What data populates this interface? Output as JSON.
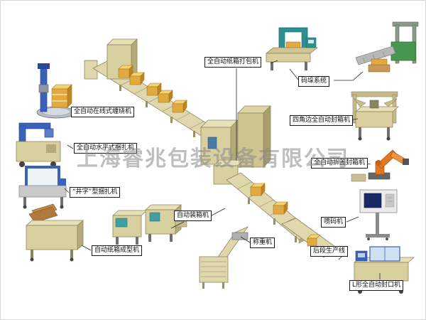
{
  "watermark": "上海睿兆包装设备有限公司",
  "diagram": {
    "labels": [
      {
        "id": "inline-wrapper",
        "text": "全自动在线式缠绕机"
      },
      {
        "id": "horizontal-strapper",
        "text": "全自动水平式捆扎机"
      },
      {
        "id": "jing-strapper",
        "text": "“井字”型捆扎机"
      },
      {
        "id": "carton-former",
        "text": "自动纸箱成型机"
      },
      {
        "id": "case-packer",
        "text": "自动装箱机"
      },
      {
        "id": "weigher",
        "text": "称重机"
      },
      {
        "id": "carton-strapping",
        "text": "全自动纸箱打包机"
      },
      {
        "id": "palletizing-system",
        "text": "码垛系统"
      },
      {
        "id": "four-corner-sealer",
        "text": "四角边全自动封箱机"
      },
      {
        "id": "flap-fold-sealer",
        "text": "全自动折盖封箱机"
      },
      {
        "id": "inkjet-coder",
        "text": "喷码机"
      },
      {
        "id": "backend-line",
        "text": "后段生产线"
      },
      {
        "id": "l-sealer",
        "text": "L形全自动封口机"
      }
    ],
    "colors": {
      "machine_beige": "#d9d0a0",
      "carton_yellow": "#e2aa3e",
      "accent_blue": "#3a62b8",
      "strapper_teal": "#2e8f8f",
      "robot_orange": "#e07820",
      "palletizer_green": "#49964f",
      "screen_navy": "#182a66",
      "watermark_gray": "#8a8a8a"
    }
  }
}
